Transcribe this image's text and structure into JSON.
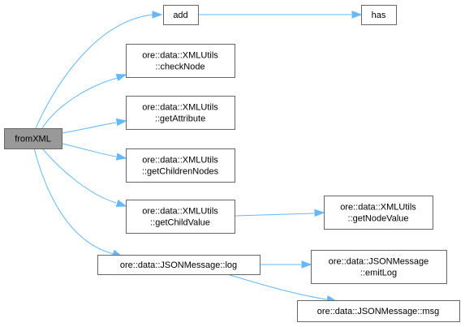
{
  "graph": {
    "colors": {
      "edge": "#63b8ff",
      "root_fill": "#999999",
      "node_fill": "#ffffff",
      "node_border": "#666666"
    },
    "nodes": {
      "fromXML": {
        "lines": [
          "fromXML"
        ]
      },
      "add": {
        "lines": [
          "add"
        ]
      },
      "has": {
        "lines": [
          "has"
        ]
      },
      "checkNode": {
        "lines": [
          "ore::data::XMLUtils",
          "::checkNode"
        ]
      },
      "getAttribute": {
        "lines": [
          "ore::data::XMLUtils",
          "::getAttribute"
        ]
      },
      "getChildrenNodes": {
        "lines": [
          "ore::data::XMLUtils",
          "::getChildrenNodes"
        ]
      },
      "getChildValue": {
        "lines": [
          "ore::data::XMLUtils",
          "::getChildValue"
        ]
      },
      "getNodeValue": {
        "lines": [
          "ore::data::XMLUtils",
          "::getNodeValue"
        ]
      },
      "log": {
        "lines": [
          "ore::data::JSONMessage::log"
        ]
      },
      "emitLog": {
        "lines": [
          "ore::data::JSONMessage",
          "::emitLog"
        ]
      },
      "msg": {
        "lines": [
          "ore::data::JSONMessage::msg"
        ]
      }
    },
    "edges": [
      [
        "fromXML",
        "add"
      ],
      [
        "fromXML",
        "checkNode"
      ],
      [
        "fromXML",
        "getAttribute"
      ],
      [
        "fromXML",
        "getChildrenNodes"
      ],
      [
        "fromXML",
        "getChildValue"
      ],
      [
        "fromXML",
        "log"
      ],
      [
        "add",
        "has"
      ],
      [
        "getChildValue",
        "getNodeValue"
      ],
      [
        "log",
        "emitLog"
      ],
      [
        "log",
        "msg"
      ]
    ]
  }
}
